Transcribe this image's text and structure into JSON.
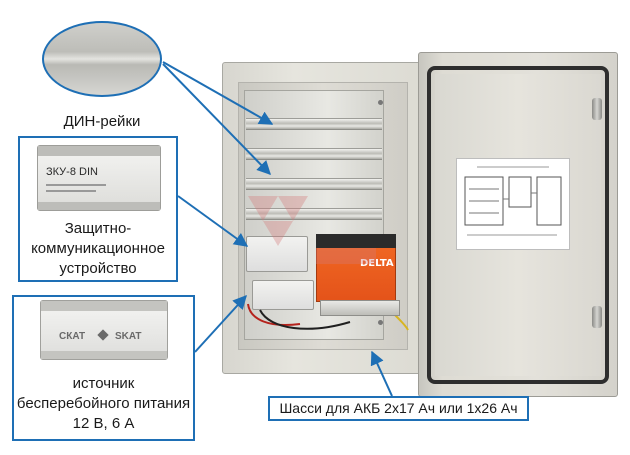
{
  "labels": {
    "din_rails": "ДИН-рейки",
    "protection_line1": "Защитно-",
    "protection_line2": "коммуникационное",
    "protection_line3": "устройство",
    "ups_line1": "источник",
    "ups_line2": "бесперебойного питания",
    "ups_line3": "12 В, 6 А",
    "chassis": "Шасси для АКБ 2х17 Ач или 1х26 Ач"
  },
  "product_text": {
    "zku_model": "ЗКУ-8 DIN",
    "ups_brand_left": "СКАТ",
    "ups_brand_right": "SKAT",
    "battery_brand": "DELTA"
  },
  "colors": {
    "accent": "#1e6fb5",
    "battery": "#e4531a"
  }
}
